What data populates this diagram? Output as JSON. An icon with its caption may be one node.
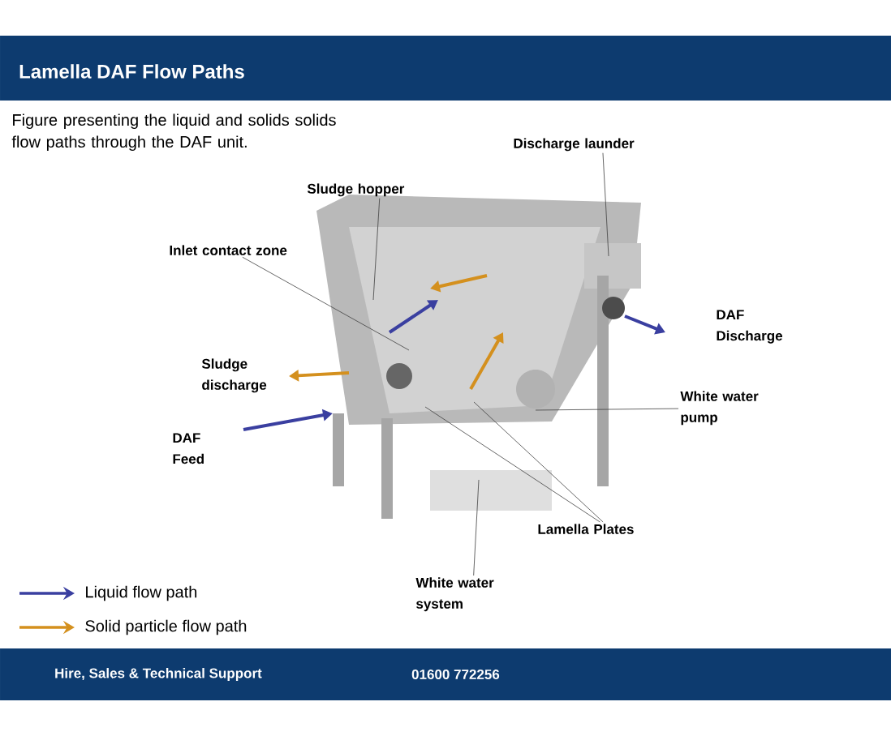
{
  "diagram": {
    "title": "Lamella DAF Flow Paths",
    "caption": "Figure presenting the liquid and solids solids flow paths through the DAF unit.",
    "nodes": [
      {
        "text": [],
        "shape": "picture"
      },
      {
        "text": [
          "Sludge hopper"
        ]
      },
      {
        "text": [
          "Discharge launder"
        ]
      },
      {
        "text": [
          "Inlet contact zone"
        ]
      },
      {
        "text": [
          "White water pump"
        ]
      },
      {
        "text": [
          "Lamella Plates"
        ]
      },
      {
        "text": [
          "White water system"
        ]
      }
    ],
    "edges": [
      {
        "from": 1,
        "to": 0,
        "arrow": "none"
      },
      {
        "from": 2,
        "to": 0,
        "arrow": "none"
      },
      {
        "from": 3,
        "to": 0,
        "arrow": "none"
      },
      {
        "from": 4,
        "to": 0,
        "arrow": "none"
      },
      {
        "from": 5,
        "to": 0,
        "arrow": "none"
      },
      {
        "from": 5,
        "to": 0,
        "arrow": "none"
      },
      {
        "from": 6,
        "to": 0,
        "arrow": "none"
      }
    ],
    "labels": [
      "DAF Discharge",
      "Sludge discharge",
      "DAF Feed",
      "Hire, Sales & Technical Support",
      "01600 772256"
    ],
    "legend": [
      {
        "text": "Liquid flow path"
      },
      {
        "text": "Solid particle flow path"
      }
    ]
  }
}
